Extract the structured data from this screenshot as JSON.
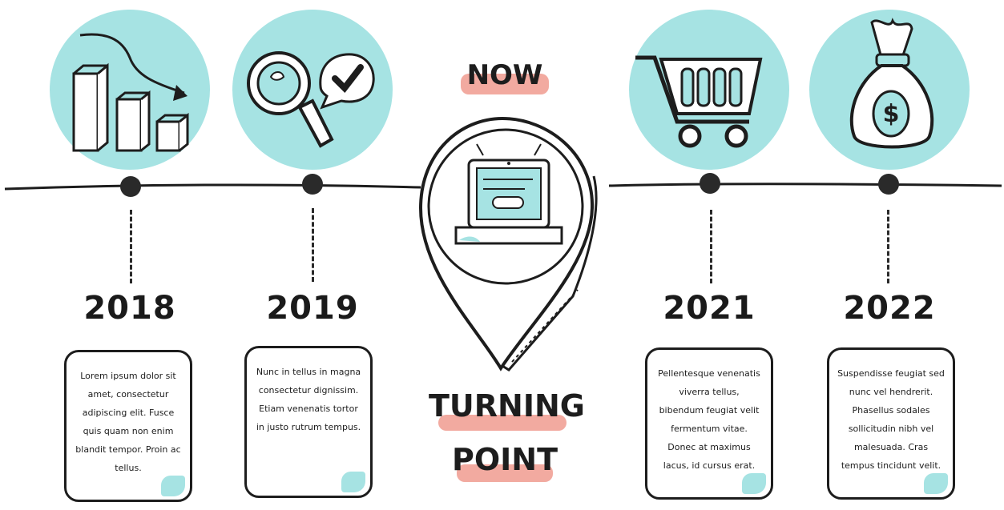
{
  "colors": {
    "accent": "#a6e3e3",
    "highlight": "#f2aaa0",
    "ink": "#1d1d1d"
  },
  "center": {
    "top_label": "NOW",
    "bottom_label_line1": "TURNING",
    "bottom_label_line2": "POINT",
    "icon": "laptop-pin-icon"
  },
  "milestones": [
    {
      "year": "2018",
      "icon": "bar-chart-down-icon",
      "text": "Lorem ipsum dolor sit amet, consectetur adipiscing elit. Fusce quis quam non enim blandit tempor. Proin ac tellus."
    },
    {
      "year": "2019",
      "icon": "magnifier-check-icon",
      "text": "Nunc in tellus in magna consectetur dignissim. Etiam venenatis tortor in justo rutrum tempus."
    },
    {
      "year": "2021",
      "icon": "shopping-cart-icon",
      "text": "Pellentesque venenatis viverra tellus, bibendum feugiat velit fermentum vitae. Donec at maximus lacus, id cursus erat."
    },
    {
      "year": "2022",
      "icon": "money-bag-icon",
      "text": "Suspendisse feugiat sed nunc vel hendrerit. Phasellus sodales sollicitudin nibh vel malesuada. Cras tempus tincidunt velit."
    }
  ]
}
